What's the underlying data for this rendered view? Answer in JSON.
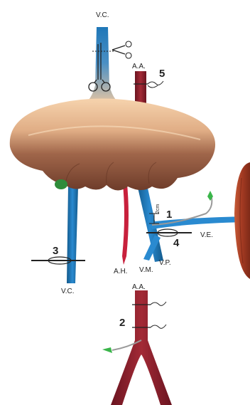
{
  "labels": {
    "vc_top": "V.C.",
    "aa_top": "A.A.",
    "vc_bottom": "V.C.",
    "ah": "A.H.",
    "vm": "V.M.",
    "vp": "V.P.",
    "ve": "V.E.",
    "aa_bottom": "A.A.",
    "distance": "2cm"
  },
  "steps": {
    "s1": "1",
    "s2": "2",
    "s3": "3",
    "s4": "4",
    "s5": "5"
  },
  "colors": {
    "vein": "#1f77b8",
    "artery": "#8b1e2a",
    "liver_top": "#f2c9a0",
    "liver_bottom": "#7a4630",
    "spleen": "#b84a2c",
    "catheter_tip": "#3ab54a",
    "hepatic_artery": "#c8203c"
  }
}
